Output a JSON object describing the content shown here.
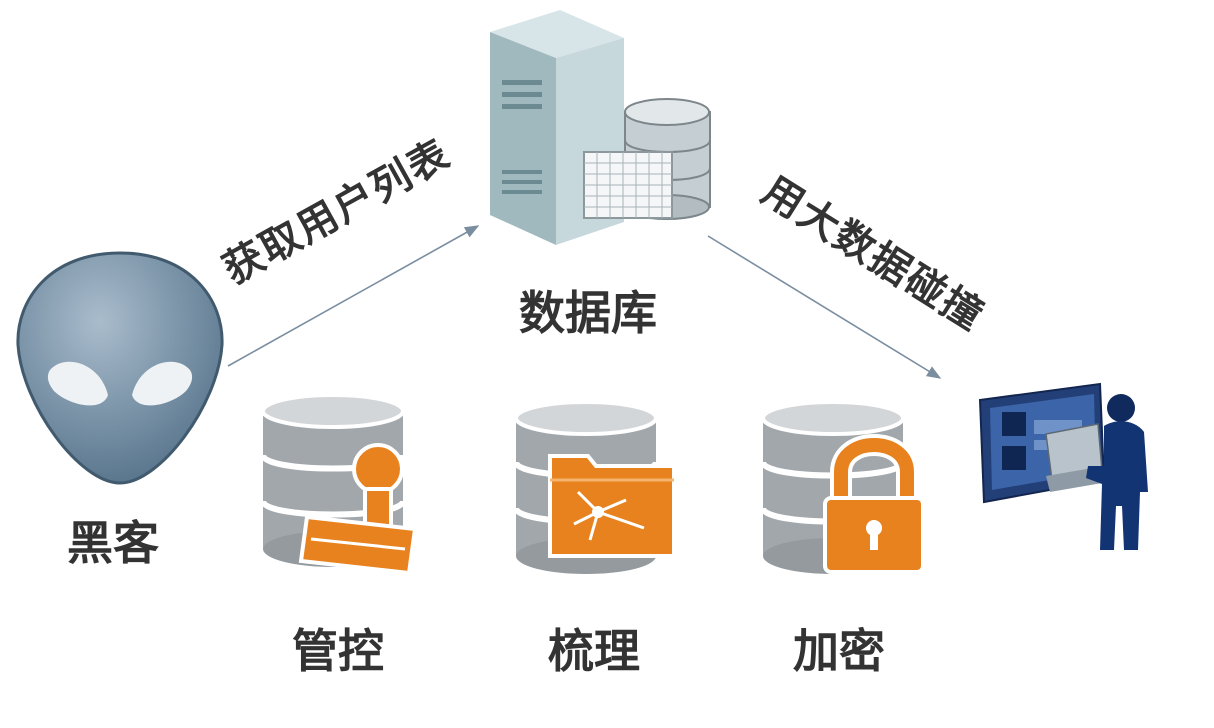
{
  "nodes": {
    "hacker": {
      "label": "黑客",
      "icon": "alien-head-icon"
    },
    "database": {
      "label": "数据库",
      "icon": "database-server-icon"
    },
    "analyst": {
      "icon": "analyst-computer-icon"
    }
  },
  "edges": {
    "fetch_list": {
      "label": "获取用户列表"
    },
    "big_data": {
      "label": "用大数据碰撞"
    }
  },
  "measures": [
    {
      "label": "管控",
      "icon": "stamp-icon"
    },
    {
      "label": "梳理",
      "icon": "folder-icon"
    },
    {
      "label": "加密",
      "icon": "lock-icon"
    }
  ],
  "colors": {
    "accent": "#e8821f",
    "db_gray": "#9a9fa3",
    "alien": "#6f8aa0",
    "text": "#333333"
  }
}
